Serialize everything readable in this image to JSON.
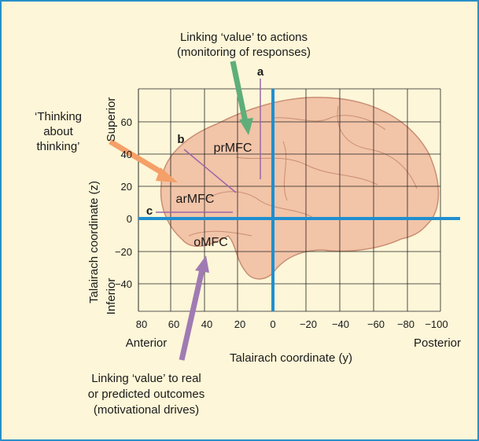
{
  "labels": {
    "top_annotation_line1": "Linking ‘value’ to actions",
    "top_annotation_line2": "(monitoring of responses)",
    "left_annotation_line1": "‘Thinking",
    "left_annotation_line2": "about",
    "left_annotation_line3": "thinking’",
    "bottom_annotation_line1": "Linking ‘value’ to real",
    "bottom_annotation_line2": "or predicted outcomes",
    "bottom_annotation_line3": "(motivational drives)",
    "superior": "Superior",
    "inferior": "Inferior",
    "anterior": "Anterior",
    "posterior": "Posterior",
    "y_axis_title": "Talairach coordinate (z)",
    "x_axis_title": "Talairach coordinate (y)"
  },
  "regions": {
    "prmfc": "prMFC",
    "armfc": "arMFC",
    "omfc": "oMFC"
  },
  "plane_letters": {
    "a": "a",
    "b": "b",
    "c": "c"
  },
  "z_ticks": [
    "60",
    "40",
    "20",
    "0",
    "−20",
    "−40"
  ],
  "y_ticks": [
    "80",
    "60",
    "40",
    "20",
    "0",
    "−20",
    "−40",
    "−60",
    "−80",
    "−100"
  ],
  "colors": {
    "border": "#2a8fc9",
    "background": "#fdf6d8",
    "axis_blue": "#1f8fd0",
    "brain_fill": "#f2c4a8",
    "brain_outline": "#c98e73",
    "arrow_green": "#5fae7a",
    "arrow_orange": "#f4a068",
    "arrow_purple": "#a07bb3",
    "plane_lines": "#9b66a8"
  }
}
